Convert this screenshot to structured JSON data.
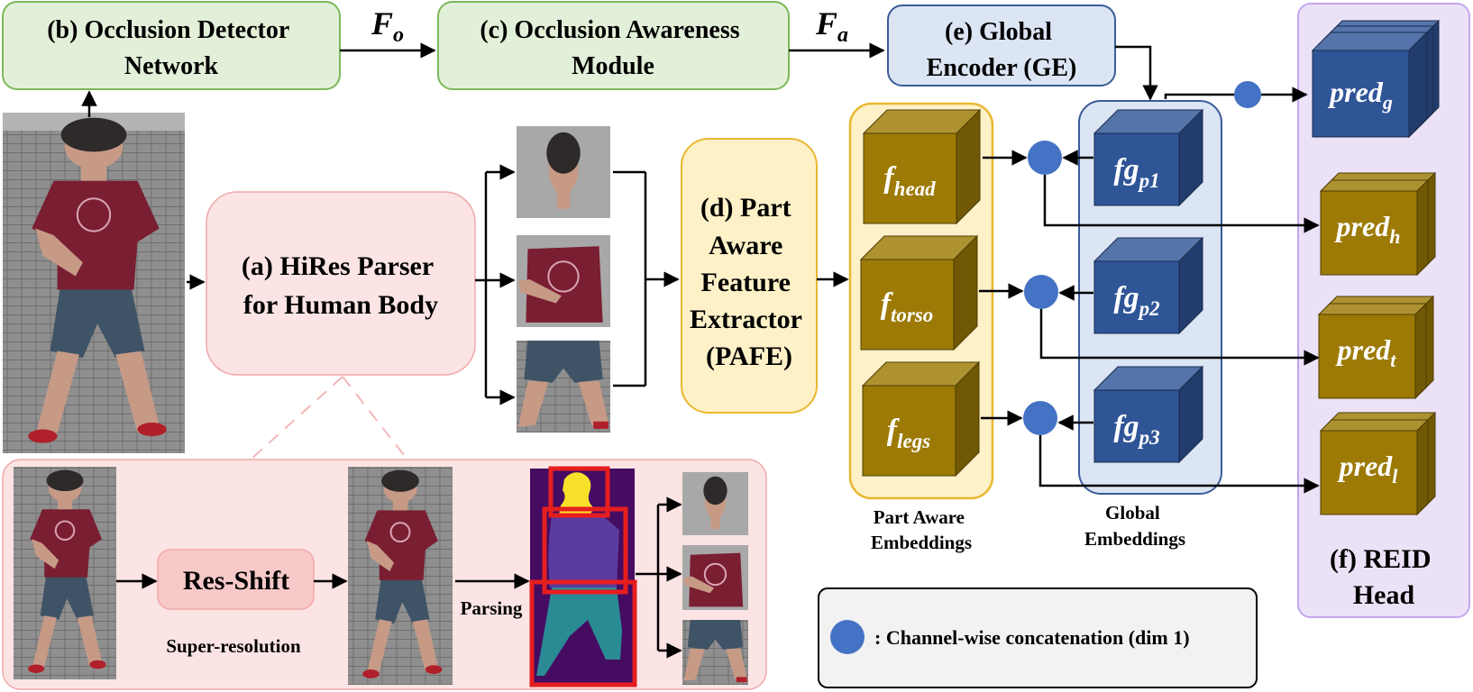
{
  "modules": {
    "occlusion_detector": {
      "line1": "(b) Occlusion Detector",
      "line2": "Network"
    },
    "occlusion_awareness": {
      "line1": "(c) Occlusion Awareness",
      "line2": "Module"
    },
    "global_encoder": {
      "line1": "(e) Global",
      "line2": "Encoder (GE)"
    },
    "hires_parser": {
      "line1": "(a)  HiRes Parser",
      "line2": "for Human Body"
    },
    "pafe": {
      "line1": "(d) Part",
      "line2": "Aware",
      "line3": "Feature",
      "line4": "Extractor",
      "line5": "(PAFE)"
    },
    "reid_head": {
      "line1": "(f) REID",
      "line2": "Head"
    },
    "res_shift": "Res-Shift"
  },
  "signals": {
    "fo": {
      "base": "F",
      "sub": "o"
    },
    "fa": {
      "base": "F",
      "sub": "a"
    }
  },
  "part_features": [
    {
      "base": "f",
      "sub": "head"
    },
    {
      "base": "f",
      "sub": "torso"
    },
    {
      "base": "f",
      "sub": "legs"
    }
  ],
  "global_features": [
    {
      "base": "fg",
      "sub": "p1"
    },
    {
      "base": "fg",
      "sub": "p2"
    },
    {
      "base": "fg",
      "sub": "p3"
    }
  ],
  "predictions": [
    {
      "base": "pred",
      "sub": "g"
    },
    {
      "base": "pred",
      "sub": "h"
    },
    {
      "base": "pred",
      "sub": "t"
    },
    {
      "base": "pred",
      "sub": "l"
    }
  ],
  "labels": {
    "part_embeddings": {
      "line1": "Part Aware",
      "line2": "Embeddings"
    },
    "global_embeddings": {
      "line1": "Global",
      "line2": "Embeddings"
    },
    "super_resolution": "Super-resolution",
    "parsing": "Parsing"
  },
  "legend": {
    "text": ": Channel-wise concatenation (dim 1)"
  },
  "colors": {
    "green_fill": "#e3f0d9",
    "green_stroke": "#7cb85a",
    "blue_fill": "#dbe5f3",
    "blue_stroke": "#3b5b99",
    "pink_fill": "#fce4e4",
    "pink_stroke": "#f0a8a8",
    "yellow_fill": "#fef1c8",
    "yellow_stroke": "#e9b830",
    "purple_fill": "#ece2f8",
    "purple_stroke": "#c3a6ec",
    "gold_cube": "#9c7a05",
    "navy_cube": "#2f5597",
    "dot": "#4472c4"
  }
}
